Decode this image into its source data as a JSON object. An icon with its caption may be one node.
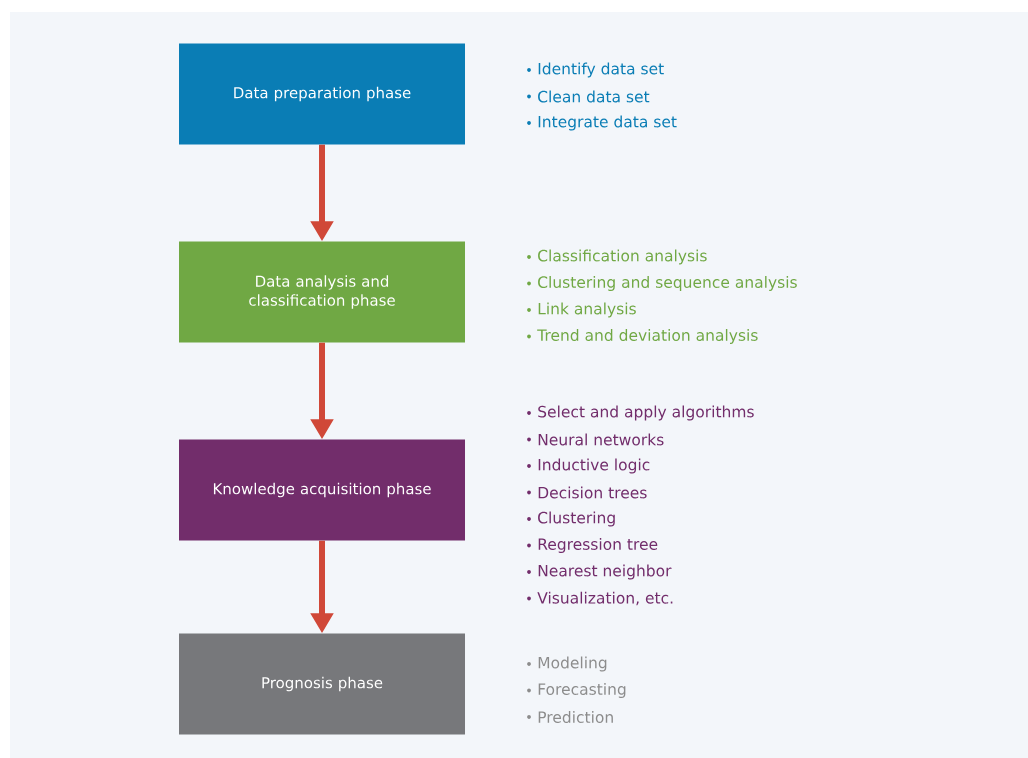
{
  "diagram": {
    "nodes": [
      {
        "text": [
          "Data preparation phase"
        ],
        "beside": [
          "Identify data set",
          "Clean data set",
          "Integrate data set"
        ]
      },
      {
        "text": [
          "Data analysis and classification phase"
        ],
        "beside": [
          "Classification analysis",
          "Clustering and sequence analysis",
          "Link analysis",
          "Trend and deviation analysis"
        ]
      },
      {
        "text": [
          "Knowledge acquisition phase"
        ],
        "beside": [
          "Select and apply algorithms",
          "Neural networks",
          "Inductive logic",
          "Decision trees",
          "Clustering",
          "Regression tree",
          "Nearest neighbor",
          "Visualization, etc."
        ]
      },
      {
        "text": [
          "Prognosis phase"
        ],
        "beside": [
          "Modeling",
          "Forecasting",
          "Prediction"
        ]
      }
    ],
    "edges": [
      {
        "from": 0,
        "to": 1,
        "arrow": "to"
      },
      {
        "from": 1,
        "to": 2,
        "arrow": "to"
      },
      {
        "from": 2,
        "to": 3,
        "arrow": "to"
      }
    ]
  }
}
